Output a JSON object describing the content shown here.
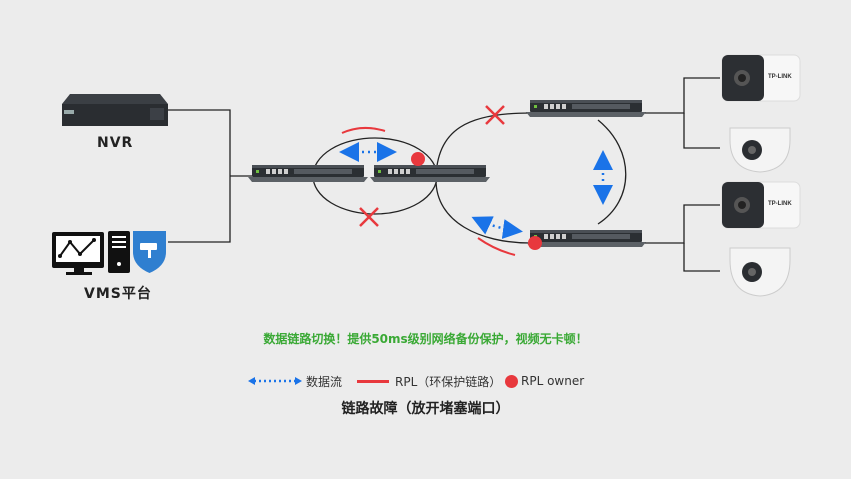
{
  "devices": {
    "nvr_label": "NVR",
    "vms_label": "VMS平台",
    "camera_brand": "TP-LINK"
  },
  "message": "数据链路切换！提供50ms级别网络备份保护，视频无卡顿！",
  "legend": {
    "data_flow": "数据流",
    "rpl": "RPL（环保护链路）",
    "rpl_owner": "RPL owner"
  },
  "caption": "链路故障（放开堵塞端口）",
  "colors": {
    "background": "#ececec",
    "data_flow": "#1a73e8",
    "rpl": "#e8383d",
    "fault": "#e8383d",
    "owner": "#e8383d",
    "message": "#3aa935",
    "line": "#222222"
  },
  "icons": {
    "switch": "switch-icon",
    "camera_bullet": "bullet-camera-icon",
    "camera_dome": "dome-camera-icon",
    "nvr": "nvr-icon",
    "monitor": "monitor-icon",
    "pc": "pc-tower-icon",
    "shield": "security-shield-icon",
    "fault": "fault-x-icon"
  }
}
